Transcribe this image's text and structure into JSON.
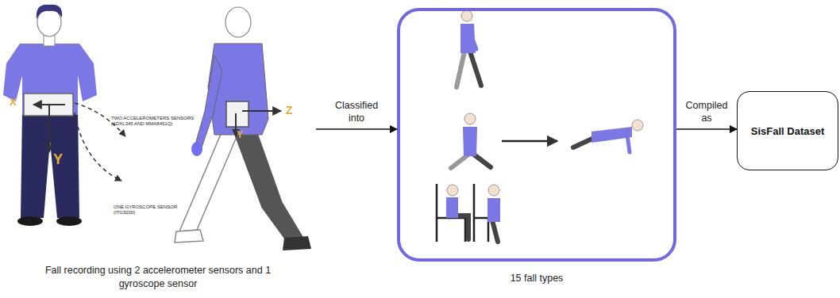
{
  "diagram": {
    "nodes": [
      {
        "text": [
          "Fall recording using 2 accelerometer sensors and 1 gyroscope sensor"
        ]
      },
      {
        "text": [
          "15 fall types"
        ]
      },
      {
        "text": [
          "SisFall Dataset"
        ]
      }
    ],
    "edges": [
      {
        "from": 0,
        "to": 1,
        "label": "Classified into",
        "arrow": "to"
      },
      {
        "from": 1,
        "to": 2,
        "label": "Compiled as",
        "arrow": "to"
      }
    ],
    "labels": [
      "TWO ACCELEROMETERS SENSORS (ADXL345 AND MMA8451Q)",
      "ONE GYROSCOPE SENSOR (ITG3200)",
      "X",
      "Y",
      "Z",
      "Y"
    ]
  }
}
